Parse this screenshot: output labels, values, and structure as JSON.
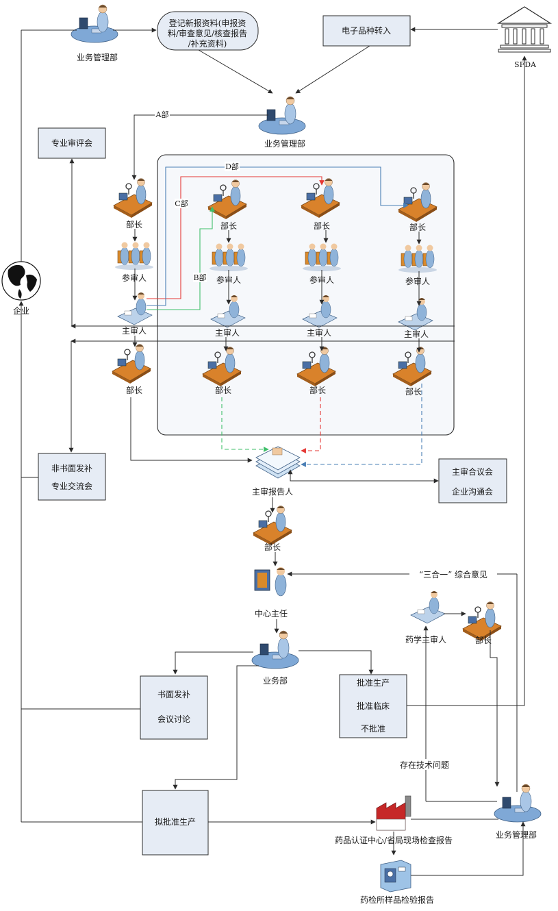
{
  "labels": {
    "biz_mgmt_top": "业务管理部",
    "register_line1": "登记新报资料(申报资",
    "register_line2": "料/审查意见/核查报告",
    "register_line3": "/补充资料)",
    "electronic": "电子品种转入",
    "sfda": "SFDA",
    "biz_mgmt_mid": "业务管理部",
    "dept_a": "A部",
    "dept_b": "B部",
    "dept_c": "C部",
    "dept_d": "D部",
    "expert_review": "专业审评会",
    "enterprise": "企业",
    "head": "部长",
    "participants": "参审人",
    "primary_reviewer": "主审人",
    "non_written_1": "非书面发补",
    "non_written_2": "专业交流会",
    "report_person": "主审报告人",
    "meeting_1": "主审合议会",
    "meeting_2": "企业沟通会",
    "center_director": "中心主任",
    "three_in_one": "“三合一” 综合意见",
    "pharm_reviewer": "药学主审人",
    "biz_dept": "业务部",
    "written_1": "书面发补",
    "written_2": "会议讨论",
    "approve_1": "批准生产",
    "approve_2": "批准临床",
    "approve_3": "不批准",
    "tech_issue": "存在技术问题",
    "proposed": "拟批准生产",
    "inspection": "药品认证中心/省局现场检查报告",
    "biz_mgmt_bottom": "业务管理部",
    "lab_report": "药检所样品检验报告"
  },
  "colors": {
    "c_line": "#e53935",
    "b_line": "#3fbf6a",
    "d_line": "#4a7fb5",
    "box_fill": "#e6ecf5"
  },
  "icons": {
    "person_desk": "person-at-desk-icon",
    "person_phone": "person-with-headset-icon",
    "group": "reviewer-group-icon",
    "globe": "globe-icon",
    "government": "government-building-icon",
    "factory": "factory-icon",
    "lab": "lab-instrument-icon",
    "documents": "document-stack-icon",
    "whiteboard": "presentation-board-icon"
  }
}
